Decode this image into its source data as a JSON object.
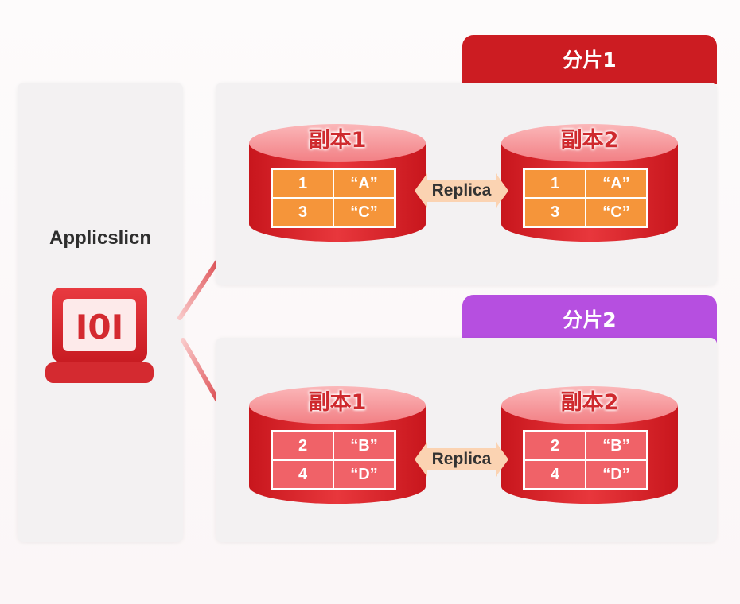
{
  "application": {
    "title": "Applicslicn",
    "icon": "binary-101-laptop-icon",
    "icon_text": "I0I"
  },
  "shards": [
    {
      "label": "分片1",
      "color": "#cc1c22",
      "replicas": [
        {
          "label": "副本1",
          "rows": [
            [
              "1",
              "“A”"
            ],
            [
              "3",
              "“C”"
            ]
          ]
        },
        {
          "label": "副本2",
          "rows": [
            [
              "1",
              "“A”"
            ],
            [
              "3",
              "“C”"
            ]
          ]
        }
      ],
      "link_label": "Replica",
      "cell_color": "#f5953a"
    },
    {
      "label": "分片2",
      "color": "#b64fe0",
      "replicas": [
        {
          "label": "副本1",
          "rows": [
            [
              "2",
              "“B”"
            ],
            [
              "4",
              "“D”"
            ]
          ]
        },
        {
          "label": "副本2",
          "rows": [
            [
              "2",
              "“B”"
            ],
            [
              "4",
              "“D”"
            ]
          ]
        }
      ],
      "link_label": "Replica",
      "cell_color": "#f06268"
    }
  ]
}
